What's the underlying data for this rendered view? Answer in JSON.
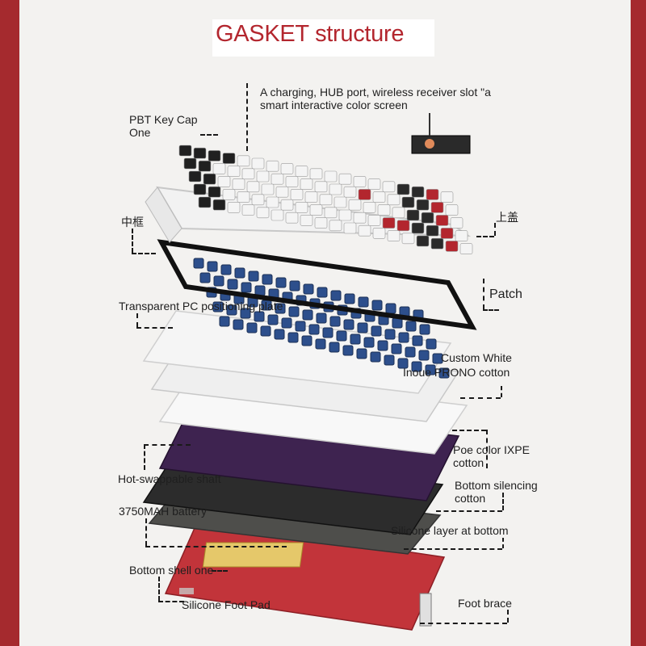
{
  "title": "GASKET structure",
  "colors": {
    "accent_red": "#b3262e",
    "frame_red": "#a52a2e",
    "bottom_shell": "#c2343a",
    "purple_layer": "#3e2350",
    "key_blue": "#2d4f8c"
  },
  "labels": {
    "charging": [
      "A charging, HUB port, wireless receiver slot \"a",
      "smart interactive color screen"
    ],
    "pbt": [
      "PBT Key Cap",
      "One"
    ],
    "zhongkuang": "中框",
    "shanggai": "上盖",
    "patch": "Patch",
    "pc_plate": "Transparent PC positioning plate",
    "custom_white": [
      "Custom White",
      "Inoue PRONO cotton"
    ],
    "ixpe": [
      "Poe color IXPE",
      "cotton"
    ],
    "hot_swap": "Hot-swappable shaft",
    "silencing": [
      "Bottom silencing",
      "cotton"
    ],
    "battery": "3750MAH battery",
    "silicone_layer": "Silicone layer at bottom",
    "bottom_shell": "Bottom shell one",
    "foot_pad": "Silicone Foot Pad",
    "foot_brace": "Foot brace"
  }
}
